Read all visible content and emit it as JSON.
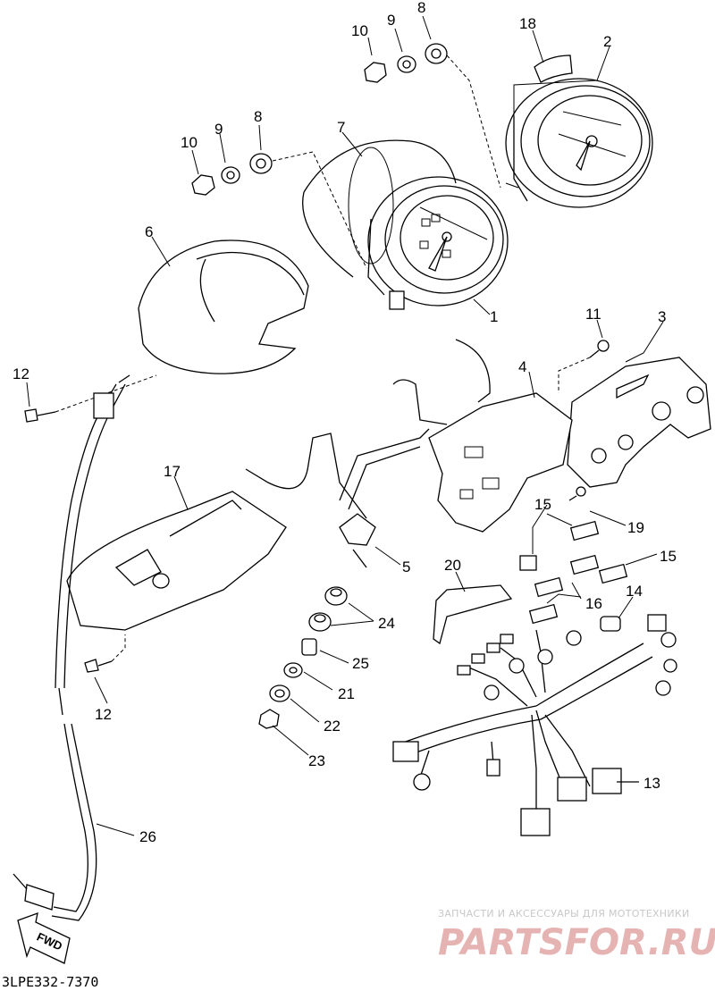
{
  "diagram": {
    "part_numbers": [
      {
        "id": "p1",
        "text": "1"
      },
      {
        "id": "p2",
        "text": "2"
      },
      {
        "id": "p3",
        "text": "3"
      },
      {
        "id": "p4",
        "text": "4"
      },
      {
        "id": "p5",
        "text": "5"
      },
      {
        "id": "p6",
        "text": "6"
      },
      {
        "id": "p7",
        "text": "7"
      },
      {
        "id": "p8a",
        "text": "8"
      },
      {
        "id": "p8b",
        "text": "8"
      },
      {
        "id": "p9a",
        "text": "9"
      },
      {
        "id": "p9b",
        "text": "9"
      },
      {
        "id": "p10a",
        "text": "10"
      },
      {
        "id": "p10b",
        "text": "10"
      },
      {
        "id": "p11",
        "text": "11"
      },
      {
        "id": "p12a",
        "text": "12"
      },
      {
        "id": "p12b",
        "text": "12"
      },
      {
        "id": "p13",
        "text": "13"
      },
      {
        "id": "p14",
        "text": "14"
      },
      {
        "id": "p15a",
        "text": "15"
      },
      {
        "id": "p15b",
        "text": "15"
      },
      {
        "id": "p16",
        "text": "16"
      },
      {
        "id": "p17",
        "text": "17"
      },
      {
        "id": "p18",
        "text": "18"
      },
      {
        "id": "p19",
        "text": "19"
      },
      {
        "id": "p20",
        "text": "20"
      },
      {
        "id": "p21",
        "text": "21"
      },
      {
        "id": "p22",
        "text": "22"
      },
      {
        "id": "p23",
        "text": "23"
      },
      {
        "id": "p24",
        "text": "24"
      },
      {
        "id": "p25",
        "text": "25"
      },
      {
        "id": "p26",
        "text": "26"
      }
    ],
    "fwd_label": "FWD",
    "drawing_code": "3LPE332-7370"
  },
  "watermark": {
    "tagline": "ЗАПЧАСТИ И АКСЕССУАРЫ ДЛЯ МОТОТЕХНИКИ",
    "brand": "PARTSFOR.RU",
    "color": "#e6b3b3"
  }
}
